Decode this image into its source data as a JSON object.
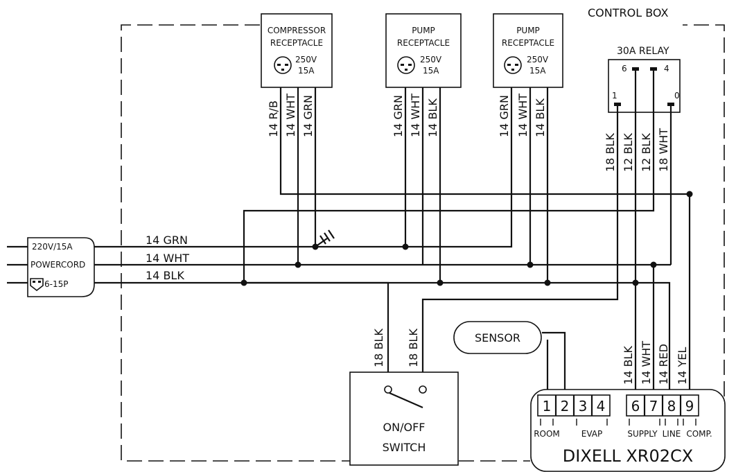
{
  "control_box": {
    "title": "CONTROL BOX"
  },
  "receptacles": [
    {
      "line1": "COMPRESSOR",
      "line2": "RECEPTACLE",
      "voltage": "250V",
      "amps": "15A",
      "wires": [
        "14 R/B",
        "14 WHT",
        "14 GRN"
      ]
    },
    {
      "line1": "PUMP",
      "line2": "RECEPTACLE",
      "voltage": "250V",
      "amps": "15A",
      "wires": [
        "14 GRN",
        "14 WHT",
        "14 BLK"
      ]
    },
    {
      "line1": "PUMP",
      "line2": "RECEPTACLE",
      "voltage": "250V",
      "amps": "15A",
      "wires": [
        "14 GRN",
        "14 WHT",
        "14 BLK"
      ]
    }
  ],
  "relay": {
    "title": "30A RELAY",
    "terminals": [
      "6",
      "4",
      "1",
      "0"
    ],
    "wires": [
      "18 BLK",
      "12 BLK",
      "12 BLK",
      "18 WHT"
    ]
  },
  "powercord": {
    "rating": "220V/15A",
    "name": "POWERCORD",
    "plug": "6-15P",
    "wires": [
      "14 GRN",
      "14 WHT",
      "14 BLK"
    ]
  },
  "switch": {
    "line1": "ON/OFF",
    "line2": "SWITCH",
    "wires": [
      "18 BLK",
      "18 BLK"
    ]
  },
  "sensor": {
    "label": "SENSOR"
  },
  "controller": {
    "name": "DIXELL XR02CX",
    "terminals": [
      "1",
      "2",
      "3",
      "4",
      "6",
      "7",
      "8",
      "9"
    ],
    "terminal_labels": [
      "ROOM",
      "EVAP",
      "SUPPLY",
      "LINE",
      "COMP."
    ],
    "wires": [
      "14 BLK",
      "14 WHT",
      "14 RED",
      "14 YEL"
    ]
  }
}
